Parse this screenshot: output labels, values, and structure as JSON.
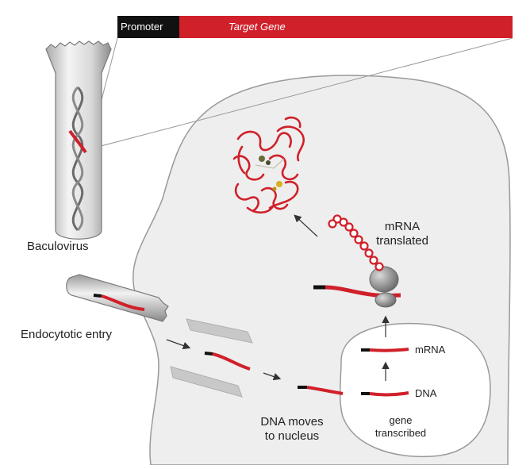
{
  "gene_bar": {
    "promoter_label": "Promoter",
    "target_label": "Target Gene"
  },
  "labels": {
    "baculovirus": "Baculovirus",
    "endocytotic_entry": "Endocytotic entry",
    "mrna_translated_line1": "mRNA",
    "mrna_translated_line2": "translated",
    "nucleus_mrna": "mRNA",
    "nucleus_dna": "DNA",
    "dna_moves_line1": "DNA moves",
    "dna_moves_line2": "to nucleus",
    "gene_transcribed_line1": "gene",
    "gene_transcribed_line2": "transcribed"
  },
  "colors": {
    "gene_red": "#d0202a",
    "promoter_black": "#111111",
    "cell_fill": "#eeeeee",
    "cell_stroke": "#999999",
    "ribosome_gray": "#888888"
  }
}
